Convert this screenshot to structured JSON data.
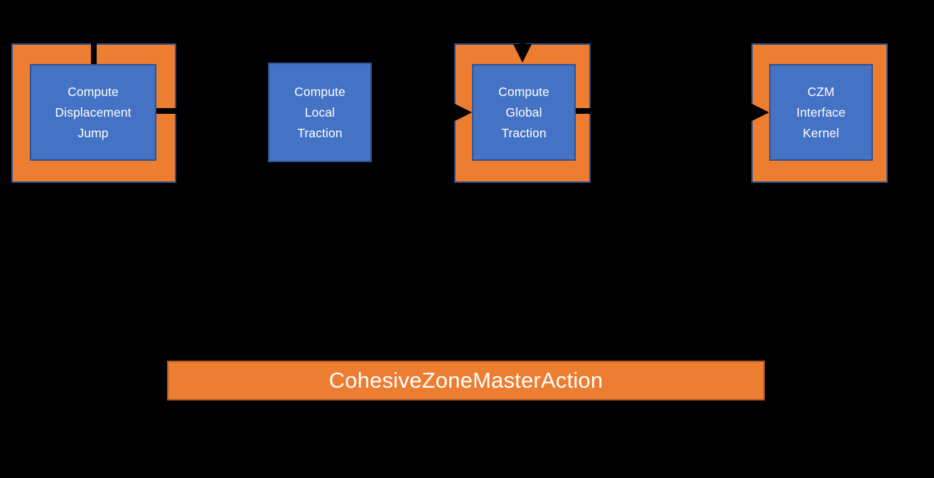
{
  "diagram": {
    "background_color": "#000000",
    "palette": {
      "frame_orange": "#ED7D31",
      "node_blue": "#4472C4",
      "node_border": "#2F528F",
      "frame_border": "#2E5395",
      "connector_black": "#000000",
      "text_white": "#FFFFFF"
    },
    "nodes": [
      {
        "id": "compute-displacement-jump",
        "label": "Compute\nDisplacement\nJump",
        "has_frame": true
      },
      {
        "id": "compute-local-traction",
        "label": "Compute\nLocal\nTraction",
        "has_frame": false
      },
      {
        "id": "compute-global-traction",
        "label": "Compute\nGlobal\nTraction",
        "has_frame": true
      },
      {
        "id": "czm-interface-kernel",
        "label": "CZM\nInterface\nKernel",
        "has_frame": true
      }
    ],
    "banner": {
      "label": "CohesiveZoneMasterAction"
    }
  }
}
